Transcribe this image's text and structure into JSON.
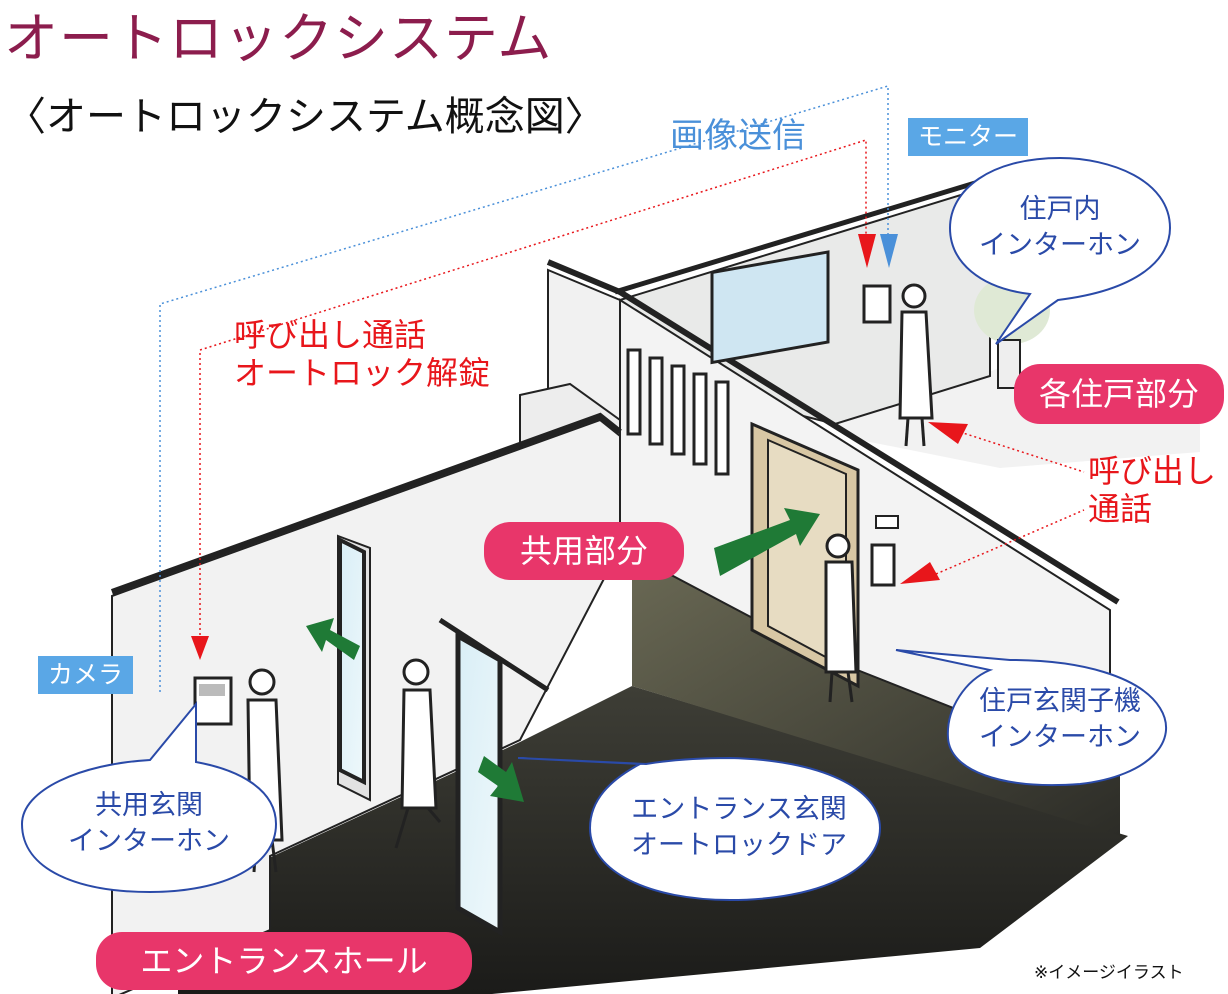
{
  "title": "オートロックシステム",
  "subtitle": "〈オートロックシステム概念図〉",
  "image_transmission": "画像送信",
  "tags": {
    "monitor": "モニター",
    "camera": "カメラ"
  },
  "call_unlock": [
    "呼び出し通話",
    "オートロック解錠"
  ],
  "call_only": [
    "呼び出し",
    "通話"
  ],
  "areas": {
    "each_unit": "各住戸部分",
    "common": "共用部分",
    "entrance_hall": "エントランスホール"
  },
  "bubbles": {
    "unit_intercom": [
      "住戸内",
      "インターホン"
    ],
    "common_entrance_intercom": [
      "共用玄関",
      "インターホン"
    ],
    "entrance_autolock_door": [
      "エントランス玄関",
      "オートロックドア"
    ],
    "unit_door_intercom": [
      "住戸玄関子機",
      "インターホン"
    ]
  },
  "note": "※イメージイラスト",
  "colors": {
    "title": "#8c1d4d",
    "blue": "#4a90d9",
    "red": "#e8161b",
    "pink": "#e8366a",
    "green": "#1f7a36",
    "floor": "#2b2b27"
  }
}
